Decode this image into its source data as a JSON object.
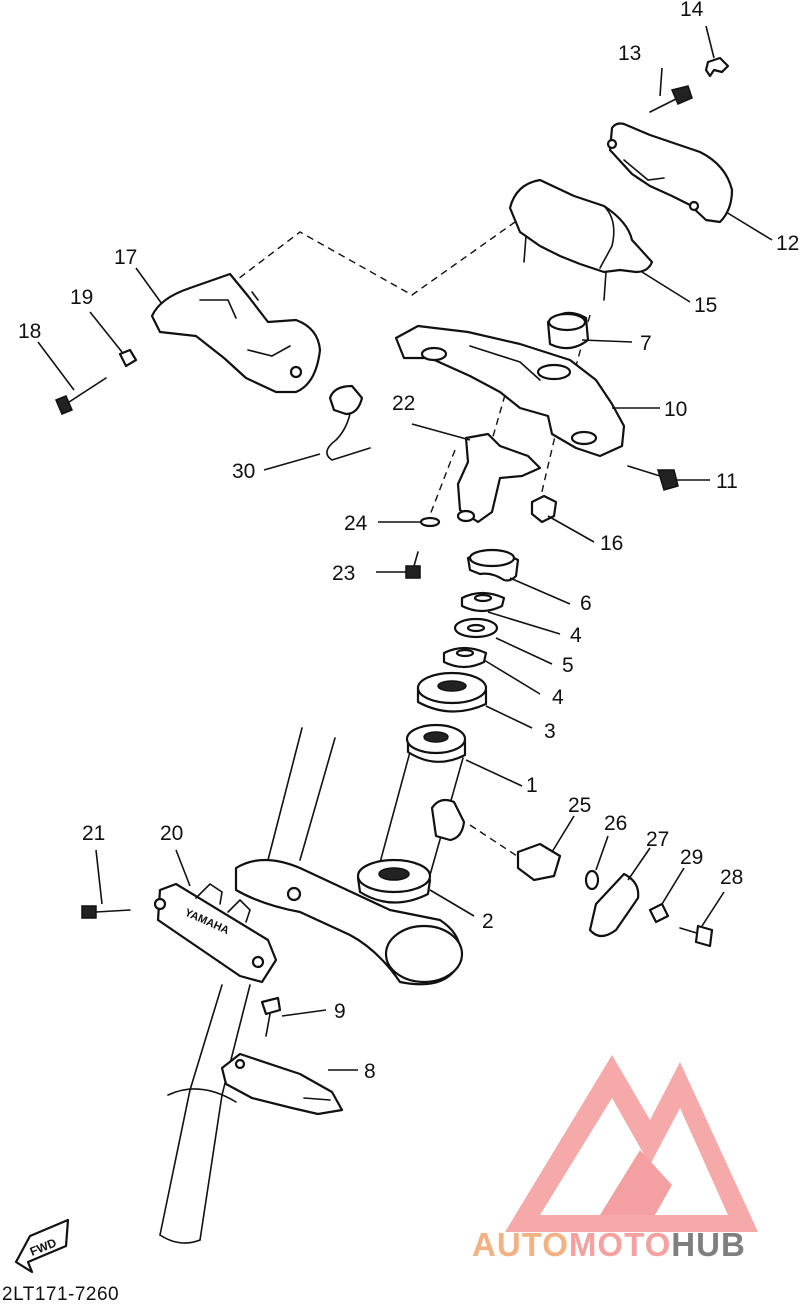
{
  "callouts": {
    "c1": "1",
    "c2": "2",
    "c3": "3",
    "c4a": "4",
    "c4b": "4",
    "c5": "5",
    "c6": "6",
    "c7": "7",
    "c8": "8",
    "c9": "9",
    "c10": "10",
    "c11": "11",
    "c12": "12",
    "c13": "13",
    "c14": "14",
    "c15": "15",
    "c16": "16",
    "c17": "17",
    "c18": "18",
    "c19": "19",
    "c20": "20",
    "c21": "21",
    "c22": "22",
    "c23": "23",
    "c24": "24",
    "c25": "25",
    "c26": "26",
    "c27": "27",
    "c28": "28",
    "c29": "29",
    "c30": "30"
  },
  "part_text": {
    "bracket_label": "YAMAHA",
    "arrow_label": "FWD"
  },
  "diagram_code": "2LT171-7260",
  "watermark": {
    "part1": "AUTO",
    "part2": "MOTO",
    "part3": "HUB",
    "colors": {
      "auto": "#f4b183",
      "moto": "#f6a0a0",
      "hub": "#7f7f7f",
      "logo": "#f4a0a0"
    }
  }
}
